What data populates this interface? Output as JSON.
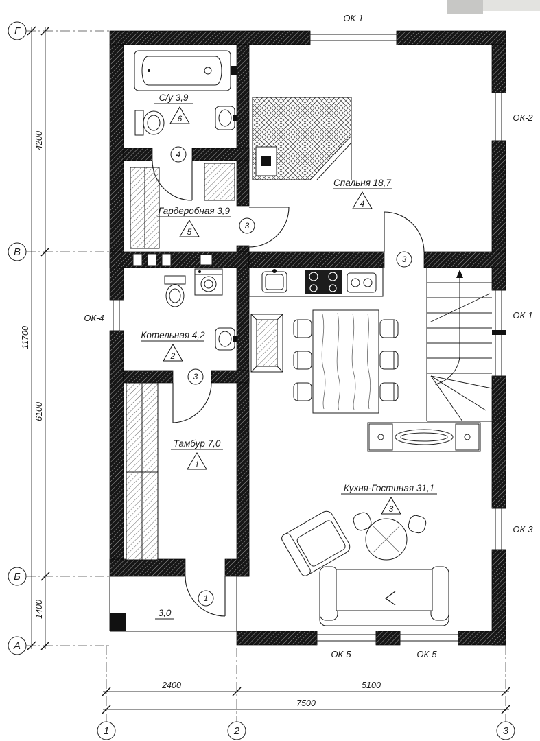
{
  "axes": {
    "rows": [
      {
        "label": "Г"
      },
      {
        "label": "В"
      },
      {
        "label": "Б"
      },
      {
        "label": "А"
      }
    ],
    "cols": [
      {
        "label": "1"
      },
      {
        "label": "2"
      },
      {
        "label": "3"
      }
    ]
  },
  "dims": {
    "left": [
      "4200",
      "11700",
      "6100",
      "1400"
    ],
    "bottom": [
      "2400",
      "5100",
      "7500"
    ]
  },
  "windows": {
    "top": "ОК-1",
    "right_top": "ОК-2",
    "right_mid": "ОК-1",
    "right_low": "ОК-3",
    "left": "ОК-4",
    "bottom_a": "ОК-5",
    "bottom_b": "ОК-5"
  },
  "rooms": [
    {
      "label": "С/у 3,9",
      "num": "6"
    },
    {
      "label": "Спальня 18,7",
      "num": "4"
    },
    {
      "label": "Гардеробная 3,9",
      "num": "5"
    },
    {
      "label": "Котельная 4,2",
      "num": "2"
    },
    {
      "label": "Тамбур 7,0",
      "num": "1"
    },
    {
      "label": "Кухня-Гостиная 31,1",
      "num": "3"
    },
    {
      "label": "3,0"
    }
  ],
  "doors": [
    "4",
    "3",
    "3",
    "3",
    "1"
  ]
}
